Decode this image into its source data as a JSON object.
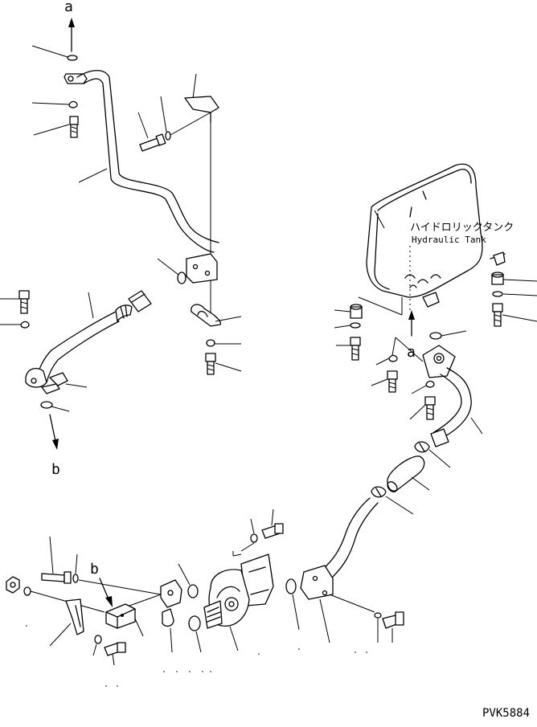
{
  "markers": {
    "a_top": "a",
    "b_left": "b",
    "a_tank": "a",
    "b_pump": "b"
  },
  "tank": {
    "label_jp": "ハイドロリックタンク",
    "label_en": "Hydraulic Tank"
  },
  "footer": {
    "code": "PVK5884"
  }
}
